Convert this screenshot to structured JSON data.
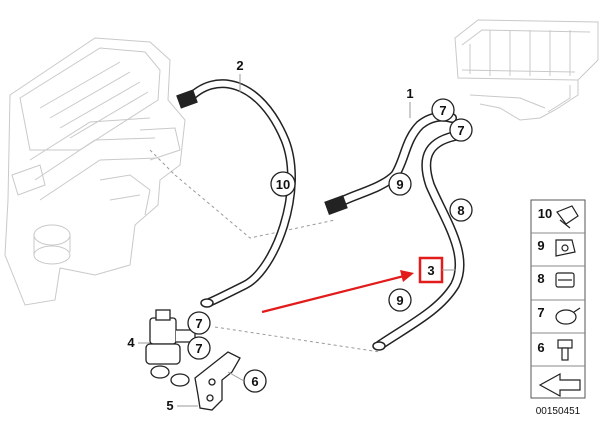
{
  "callouts": {
    "c1": "1",
    "c2": "2",
    "c3": "3",
    "c4": "4",
    "c5": "5",
    "c6": "6",
    "c7a": "7",
    "c7b": "7",
    "c7c": "7",
    "c7d": "7",
    "c8": "8",
    "c9a": "9",
    "c9b": "9",
    "c10": "10"
  },
  "legend": {
    "items": [
      "10",
      "9",
      "8",
      "7",
      "6"
    ]
  },
  "diagram_number": "00150451",
  "colors": {
    "highlight": "#e21b1b",
    "line": "#222222",
    "ghost": "#cfcfcf"
  },
  "icons": [
    "engine-block",
    "hose",
    "valve",
    "bracket",
    "heater-core",
    "clamp",
    "bolt",
    "arrow"
  ]
}
